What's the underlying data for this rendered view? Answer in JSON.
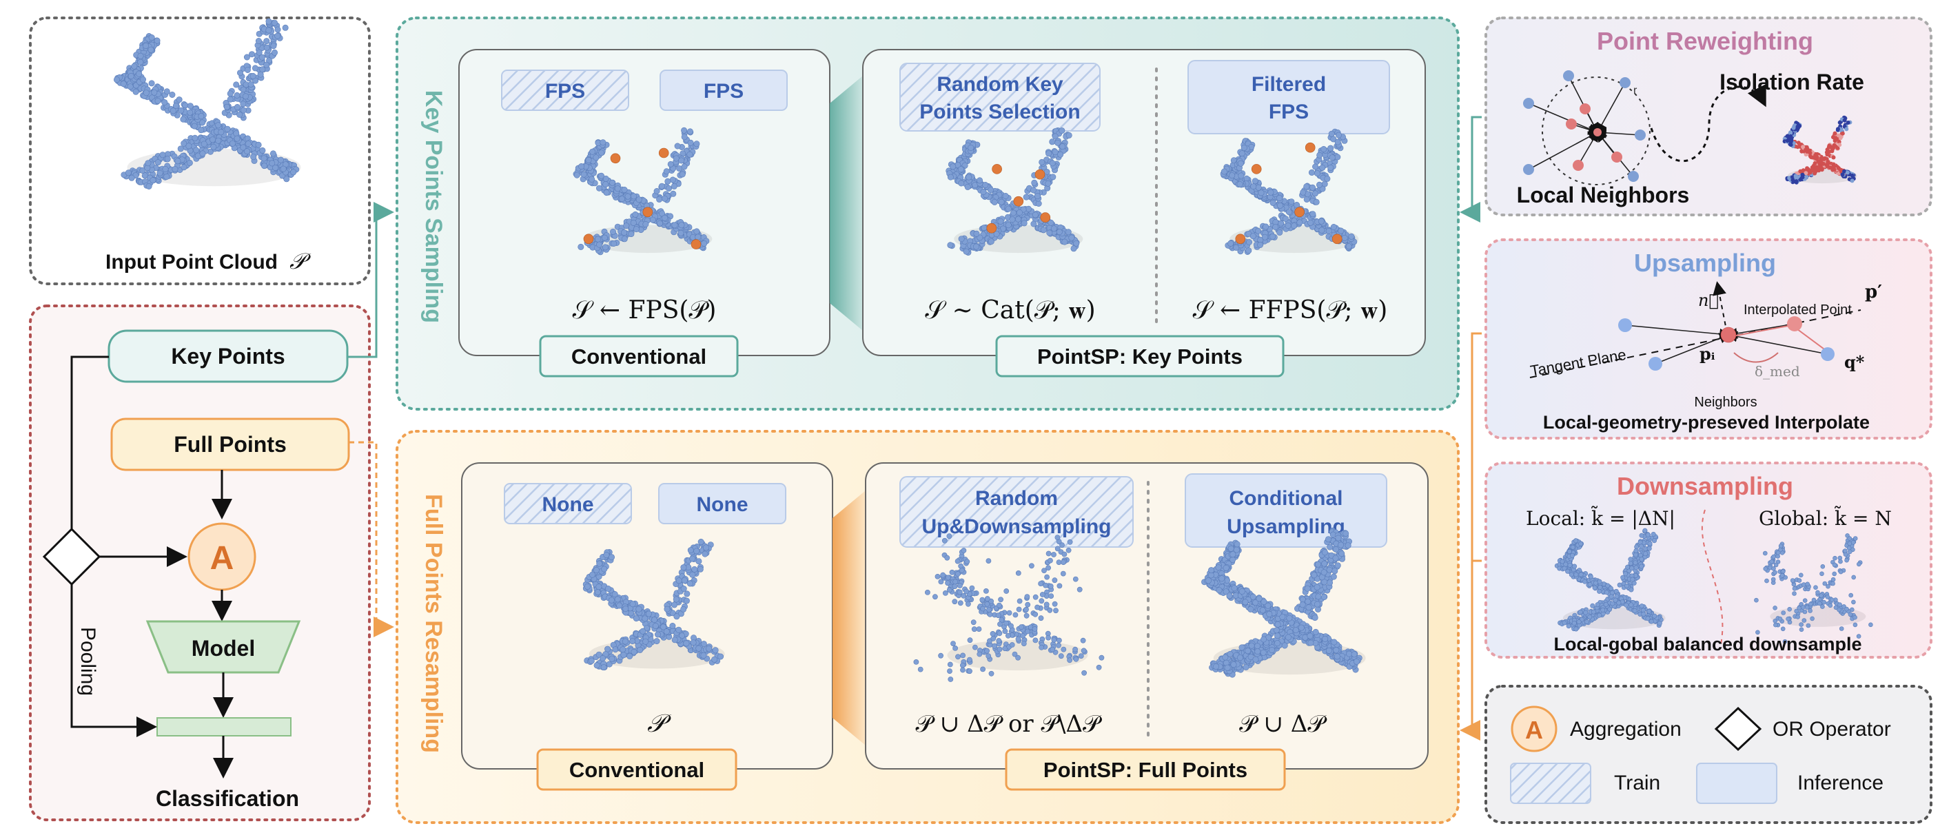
{
  "input": {
    "label": "Input Point Cloud",
    "symbol": "𝒫"
  },
  "flow": {
    "key_points": "Key Points",
    "full_points": "Full Points",
    "aggregation_symbol": "A",
    "model": "Model",
    "pooling": "Pooling",
    "classification": "Classification"
  },
  "key_sampling": {
    "section_title": "Key Points Sampling",
    "conventional": {
      "train": "FPS",
      "inference": "FPS",
      "formula": "𝒮 ← FPS(𝒫)",
      "label": "Conventional"
    },
    "pointsp": {
      "train": [
        "Random Key",
        "Points Selection"
      ],
      "inference": [
        "Filtered",
        "FPS"
      ],
      "formula_train": "𝒮 ∼ Cat(𝒫; 𝐰)",
      "formula_inference": "𝒮 ← FFPS(𝒫; 𝐰)",
      "label": "PointSP: Key Points"
    }
  },
  "full_resampling": {
    "section_title": "Full Points Resampling",
    "conventional": {
      "train": "None",
      "inference": "None",
      "formula": "𝒫",
      "label": "Conventional"
    },
    "pointsp": {
      "train": [
        "Random",
        "Up&Downsampling"
      ],
      "inference": [
        "Conditional",
        "Upsampling"
      ],
      "formula_train": "𝒫 ∪ Δ𝒫 or 𝒫\\Δ𝒫",
      "formula_inference": "𝒫 ∪ Δ𝒫",
      "label": "PointSP: Full Points"
    }
  },
  "reweighting": {
    "title": "Point Reweighting",
    "isolation": "Isolation Rate",
    "neighbors": "Local Neighbors",
    "r": "r"
  },
  "upsampling": {
    "title": "Upsampling",
    "normal": "n⃗",
    "interpolated": "Interpolated Point",
    "p_prime": "𝐩′",
    "tangent": "Tangent Plane",
    "p_i": "𝐩ᵢ",
    "delta": "δ_med",
    "q_star": "𝐪*",
    "neighbors": "Neighbors",
    "caption": "Local-geometry-preseved Interpolate"
  },
  "downsampling": {
    "title": "Downsampling",
    "local": "Local: k̃ = |ΔN|",
    "global": "Global: k̃ = N",
    "caption": "Local-gobal balanced downsample"
  },
  "legend": {
    "aggregation": "Aggregation",
    "or_operator": "OR Operator",
    "train": "Train",
    "inference": "Inference",
    "a_symbol": "A"
  },
  "colors": {
    "teal": "#5ba99c",
    "orange": "#f0a050",
    "red_dotted": "#b05050",
    "blue_text": "#3a5fb0",
    "pink_title": "#c07aa3",
    "blue_title": "#7a9fd8",
    "red_title": "#e07070",
    "point_blue": "#7f9fd4",
    "point_orange": "#e07a3a"
  }
}
